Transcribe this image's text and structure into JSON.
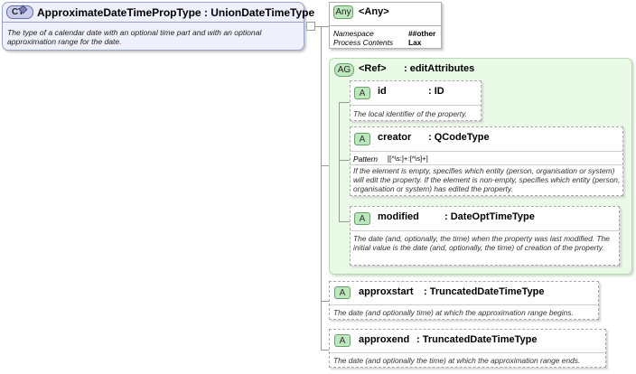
{
  "complex_type": {
    "badge": "CT",
    "title": "ApproximateDateTimePropType : UnionDateTimeType",
    "doc": "The type of a calendar date with an optional time part and with an optional approximation range for the date."
  },
  "any": {
    "badge": "Any",
    "title": "<Any>",
    "namespace_label": "Namespace",
    "namespace_value": "##other",
    "process_label": "Process Contents",
    "process_value": "Lax"
  },
  "attribute_group": {
    "badge": "AG",
    "ref": "<Ref>",
    "name": ": editAttributes",
    "attributes": [
      {
        "badge": "A",
        "name": "id",
        "type": ": ID",
        "doc": "The local identifier of the property."
      },
      {
        "badge": "A",
        "name": "creator",
        "type": ": QCodeType",
        "pattern_label": "Pattern",
        "pattern_value": "[[^\\s:]+:[^\\s]+]",
        "doc": "If the element is empty, specifies which entity (person, organisation or system) will edit the property. If the element is non-empty, specifies which entity (person, organisation or system) has edited the property."
      },
      {
        "badge": "A",
        "name": "modified",
        "type": ": DateOptTimeType",
        "doc": "The date (and, optionally, the time) when the property was last modified. The initial value is the date (and, optionally, the time) of creation of the property."
      }
    ]
  },
  "attributes": [
    {
      "badge": "A",
      "name": "approxstart",
      "type": ": TruncatedDateTimeType",
      "doc": "The date (and optionally time) at which the approximation range begins."
    },
    {
      "badge": "A",
      "name": "approxend",
      "type": ": TruncatedDateTimeType",
      "doc": "The date (and optionally the time) at which the approximation range ends."
    }
  ]
}
